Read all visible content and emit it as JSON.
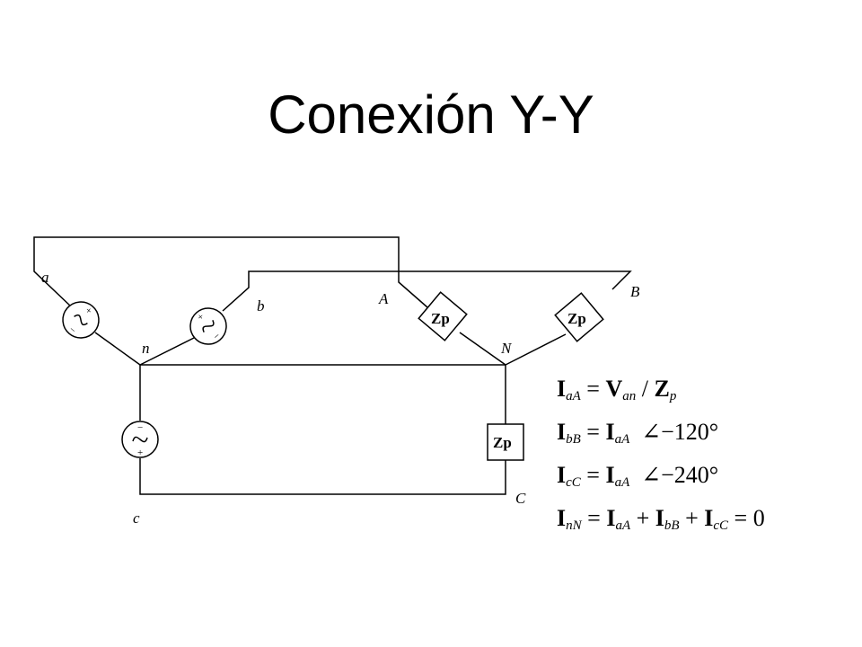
{
  "title": "Conexión Y-Y",
  "nodes": {
    "a": "a",
    "b": "b",
    "c": "c",
    "n": "n",
    "A": "A",
    "B": "B",
    "C": "C",
    "N": "N"
  },
  "impedance_label": "Zp",
  "source_signs": {
    "plus": "+",
    "minus": "−"
  },
  "equations": [
    {
      "lhs": {
        "sym": "I",
        "sub": "aA"
      },
      "parts": [
        "V",
        "an",
        "Z",
        "p"
      ]
    },
    {
      "lhs": {
        "sym": "I",
        "sub": "bB"
      },
      "parts": [
        "I",
        "aA",
        "−120°"
      ]
    },
    {
      "lhs": {
        "sym": "I",
        "sub": "cC"
      },
      "parts": [
        "I",
        "aA",
        "−240°"
      ]
    },
    {
      "lhs": {
        "sym": "I",
        "sub": "nN"
      },
      "parts": [
        "I",
        "aA",
        "I",
        "bB",
        "I",
        "cC",
        "0"
      ]
    }
  ],
  "eq_text": {
    "e1": {
      "l": "I",
      "ls": "aA",
      "eq": " = ",
      "v": "V",
      "vs": "an",
      "sl": " / ",
      "z": "Z",
      "zs": "p"
    },
    "e2": {
      "l": "I",
      "ls": "bB",
      "eq": " = ",
      "r": "I",
      "rs": "aA",
      "ang": "∠",
      "val": "−120°"
    },
    "e3": {
      "l": "I",
      "ls": "cC",
      "eq": " = ",
      "r": "I",
      "rs": "aA",
      "ang": "∠",
      "val": "−240°"
    },
    "e4": {
      "l": "I",
      "ls": "nN",
      "eq": " = ",
      "a": "I",
      "as": "aA",
      "p1": " + ",
      "b": "I",
      "bs": "bB",
      "p2": " + ",
      "c": "I",
      "cs": "cC",
      "eq2": " = ",
      "zero": "0"
    }
  }
}
